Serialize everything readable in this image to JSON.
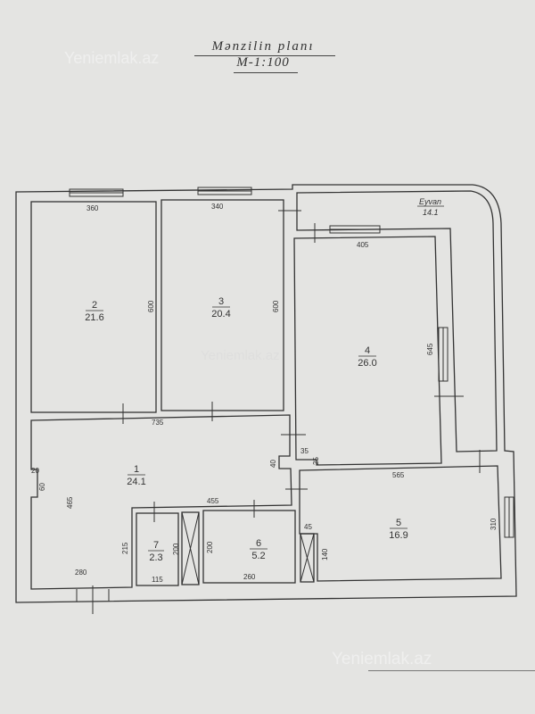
{
  "title": "Mənzilin planı",
  "scale": "M-1:100",
  "watermark": "Yeniemlak.az",
  "rooms": [
    {
      "number": "1",
      "area": "24.1"
    },
    {
      "number": "2",
      "area": "21.6"
    },
    {
      "number": "3",
      "area": "20.4"
    },
    {
      "number": "4",
      "area": "26.0"
    },
    {
      "number": "5",
      "area": "16.9"
    },
    {
      "number": "6",
      "area": "5.2"
    },
    {
      "number": "7",
      "area": "2.3"
    }
  ],
  "balcony": {
    "label": "Eyvan",
    "area": "14.1"
  },
  "dimensions": {
    "r2_width": "360",
    "r2_depth": "600",
    "r3_width": "340",
    "r3_depth": "600",
    "r4_width": "405",
    "r4_depth": "645",
    "r1_width": "735",
    "r1_depth": "465",
    "r1_notch_a": "20",
    "r1_notch_b": "60",
    "r1_inner": "455",
    "r1_bottom": "280",
    "r1_side": "215",
    "corr_a": "35",
    "corr_b": "25",
    "corr_c": "40",
    "r5_width": "565",
    "r5_depth": "310",
    "shaft_w": "45",
    "shaft_d": "140",
    "r7_w": "115",
    "r7_d": "200",
    "r6_w": "260",
    "r6_d": "200"
  }
}
